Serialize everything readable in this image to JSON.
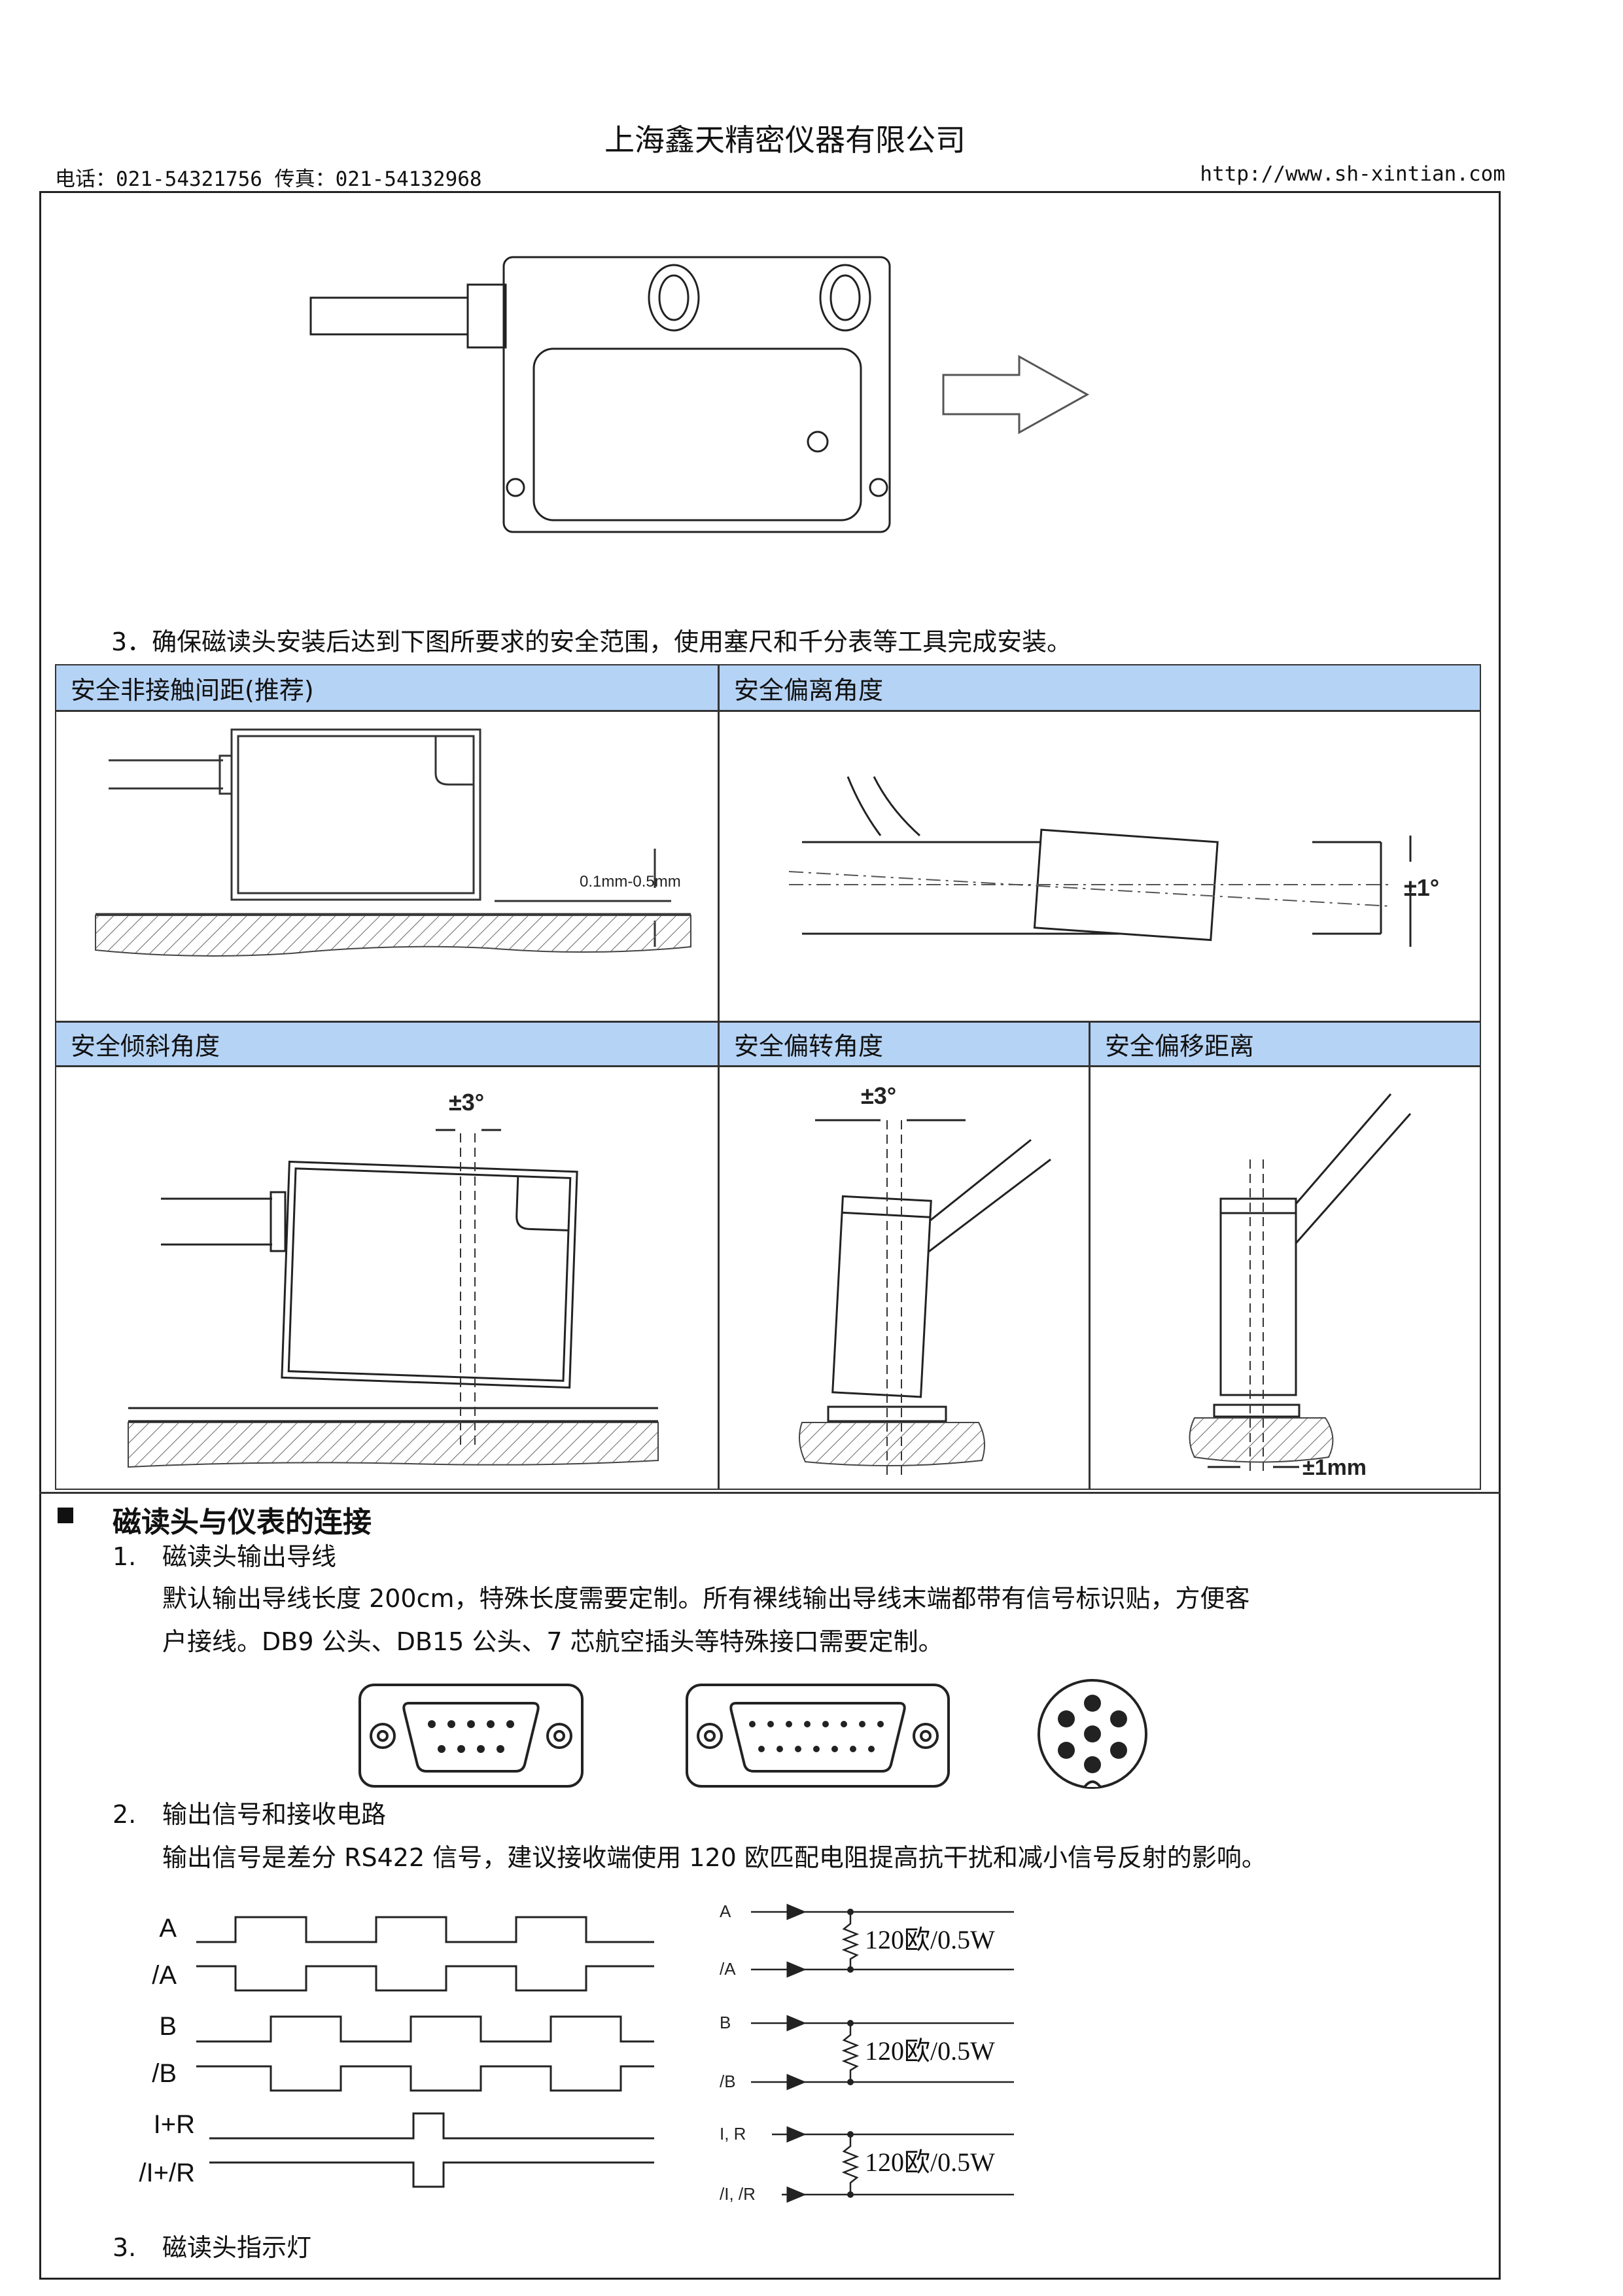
{
  "header": {
    "company": "上海鑫天精密仪器有限公司",
    "contact": "电话：021-54321756  传真：021-54132968",
    "website": "http://www.sh-xintian.com"
  },
  "step3": "3．确保磁读头安装后达到下图所要求的安全范围，使用塞尺和千分表等工具完成安装。",
  "table": {
    "gap_header": "安全非接触间距(推荐)",
    "offset_angle_header": "安全偏离角度",
    "tilt_header": "安全倾斜角度",
    "yaw_header": "安全偏转角度",
    "lateral_header": "安全偏移距离",
    "gap_label": "0.1mm-0.5mm",
    "offset_label": "±1°",
    "tilt_label": "±3°",
    "yaw_label": "±3°",
    "lateral_label": "±1mm"
  },
  "connection": {
    "title": "磁读头与仪表的连接",
    "item1_num": "1.",
    "item1_title": "磁读头输出导线",
    "item1_line1": "默认输出导线长度 200cm，特殊长度需要定制。所有裸线输出导线末端都带有信号标识贴，方便客",
    "item1_line2": "户接线。DB9 公头、DB15 公头、7 芯航空插头等特殊接口需要定制。",
    "item2_num": "2.",
    "item2_title": "输出信号和接收电路",
    "item2_line1": "输出信号是差分 RS422 信号，建议接收端使用 120 欧匹配电阻提高抗干扰和减小信号反射的影响。",
    "item3_num": "3.",
    "item3_title": "磁读头指示灯"
  },
  "signals": [
    "A",
    "/A",
    "B",
    "/B",
    "I+R",
    "/I+/R"
  ],
  "circuit": {
    "pairs": [
      {
        "top": "A",
        "bottom": "/A",
        "resistor": "120欧/0.5W"
      },
      {
        "top": "B",
        "bottom": "/B",
        "resistor": "120欧/0.5W"
      },
      {
        "top": "I, R",
        "bottom": "/I, /R",
        "resistor": "120欧/0.5W"
      }
    ]
  },
  "icons": [
    "db9-connector-icon",
    "db15-connector-icon",
    "aviation-plug-icon",
    "direction-arrow-icon"
  ]
}
